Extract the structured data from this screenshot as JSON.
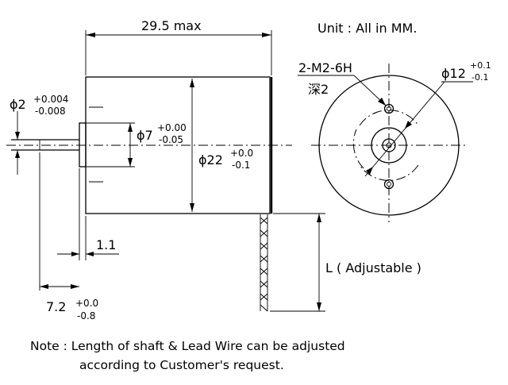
{
  "unit_label": "Unit : All in MM.",
  "dims": {
    "body_length": "29.5 max",
    "shaft_dia_main": "ϕ2",
    "shaft_dia_tol_upper": "+0.004",
    "shaft_dia_tol_lower": "-0.008",
    "boss_dia_main": "ϕ7",
    "boss_dia_tol_upper": "+0.00",
    "boss_dia_tol_lower": "-0.05",
    "body_dia_main": "ϕ22",
    "body_dia_tol_upper": "+0.0",
    "body_dia_tol_lower": "-0.1",
    "boss_length": "1.1",
    "shaft_length_main": "7.2",
    "shaft_length_tol_upper": "+0.0",
    "shaft_length_tol_lower": "-0.8",
    "wire_length": "L ( Adjustable )",
    "thread_spec": "2-M2-6H",
    "thread_depth": "深2",
    "pcd_main": "ϕ12",
    "pcd_tol_upper": "+0.1",
    "pcd_tol_lower": "-0.1"
  },
  "note": {
    "line1": "Note : Length of shaft & Lead Wire can be adjusted",
    "line2": "according to Customer's request."
  }
}
